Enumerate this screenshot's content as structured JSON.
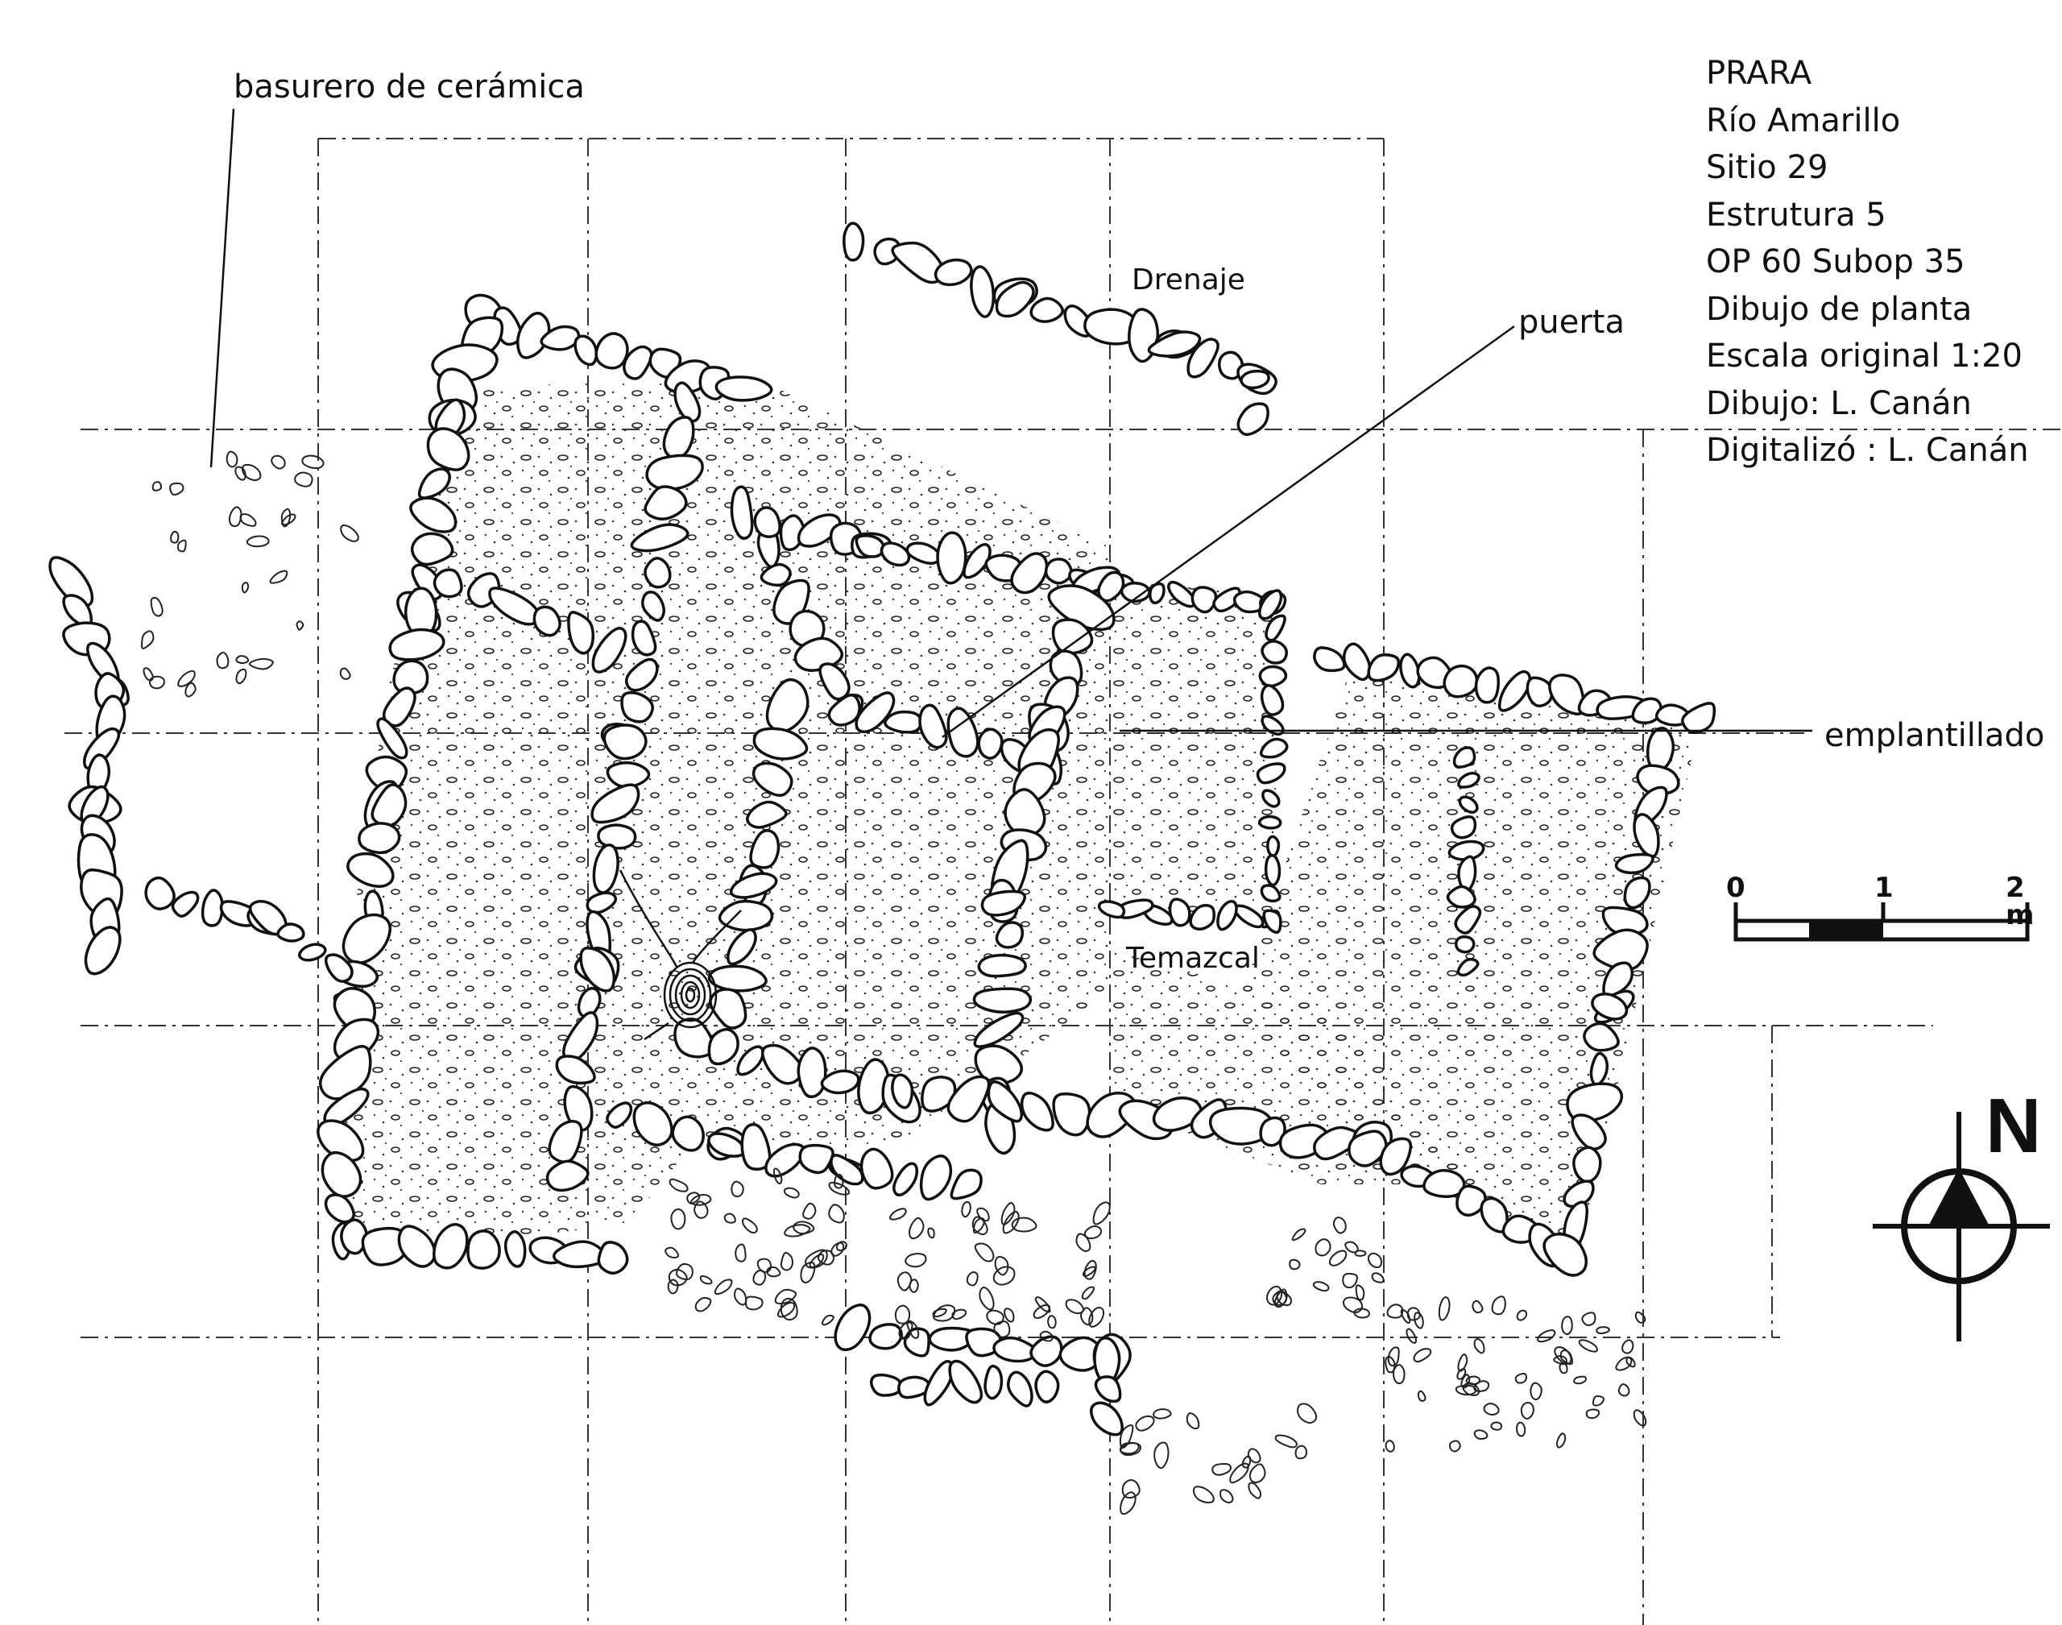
{
  "labels": {
    "ceramic_dump": "basurero de cerámica",
    "drain": "Drenaje",
    "door": "puerta",
    "floor": "emplantillado",
    "sweatbath": "Temazcal"
  },
  "legend": [
    "PRARA",
    "Río Amarillo",
    "Sitio 29",
    "Estrutura 5",
    "OP 60 Subop 35",
    "Dibujo de planta",
    "Escala original 1:20",
    "Dibujo: L. Canán",
    "Digitalizó : L. Canán"
  ],
  "scale_bar": {
    "ticks": [
      "0",
      "1",
      "2 m"
    ]
  },
  "north_arrow": {
    "letter": "N",
    "icon": "north-arrow-icon"
  },
  "colors": {
    "ink": "#111111",
    "background": "#ffffff"
  }
}
